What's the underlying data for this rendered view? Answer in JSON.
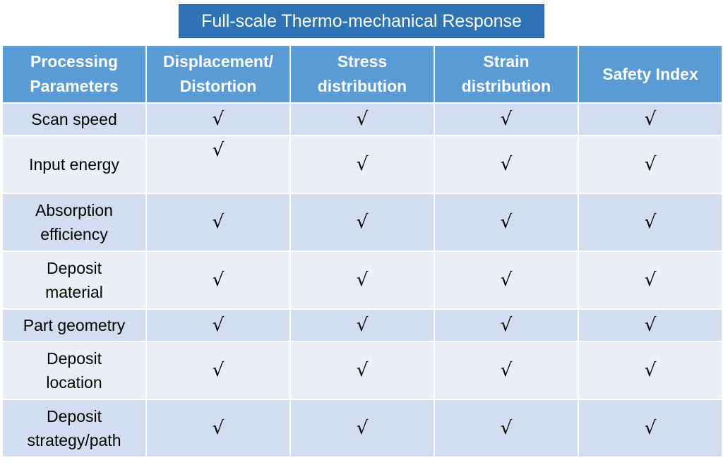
{
  "title": "Full-scale Thermo-mechanical Response",
  "table": {
    "headers": [
      {
        "line1": "Processing",
        "line2": "Parameters"
      },
      {
        "line1": "Displacement/",
        "line2": "Distortion"
      },
      {
        "line1": "Stress",
        "line2": "distribution"
      },
      {
        "line1": "Strain",
        "line2": "distribution"
      },
      {
        "line1": "Safety Index",
        "line2": ""
      }
    ],
    "check_symbol": "√",
    "rows": [
      {
        "line1": "Scan speed",
        "line2": "",
        "checks": [
          "√",
          "√",
          "√",
          "√"
        ]
      },
      {
        "line1": "Input energy",
        "line2": "",
        "checks": [
          "√",
          "√",
          "√",
          "√"
        ]
      },
      {
        "line1": "Absorption",
        "line2": "efficiency",
        "checks": [
          "√",
          "√",
          "√",
          "√"
        ]
      },
      {
        "line1": "Deposit",
        "line2": "material",
        "checks": [
          "√",
          "√",
          "√",
          "√"
        ]
      },
      {
        "line1": "Part geometry",
        "line2": "",
        "checks": [
          "√",
          "√",
          "√",
          "√"
        ]
      },
      {
        "line1": "Deposit",
        "line2": "location",
        "checks": [
          "√",
          "√",
          "√",
          "√"
        ]
      },
      {
        "line1": "Deposit",
        "line2": "strategy/path",
        "checks": [
          "√",
          "√",
          "√",
          "√"
        ]
      }
    ]
  },
  "colors": {
    "title_bg": "#2e74b5",
    "header_bg": "#5b9bd5",
    "row_dark": "#d2deef",
    "row_light": "#eaeff7"
  }
}
